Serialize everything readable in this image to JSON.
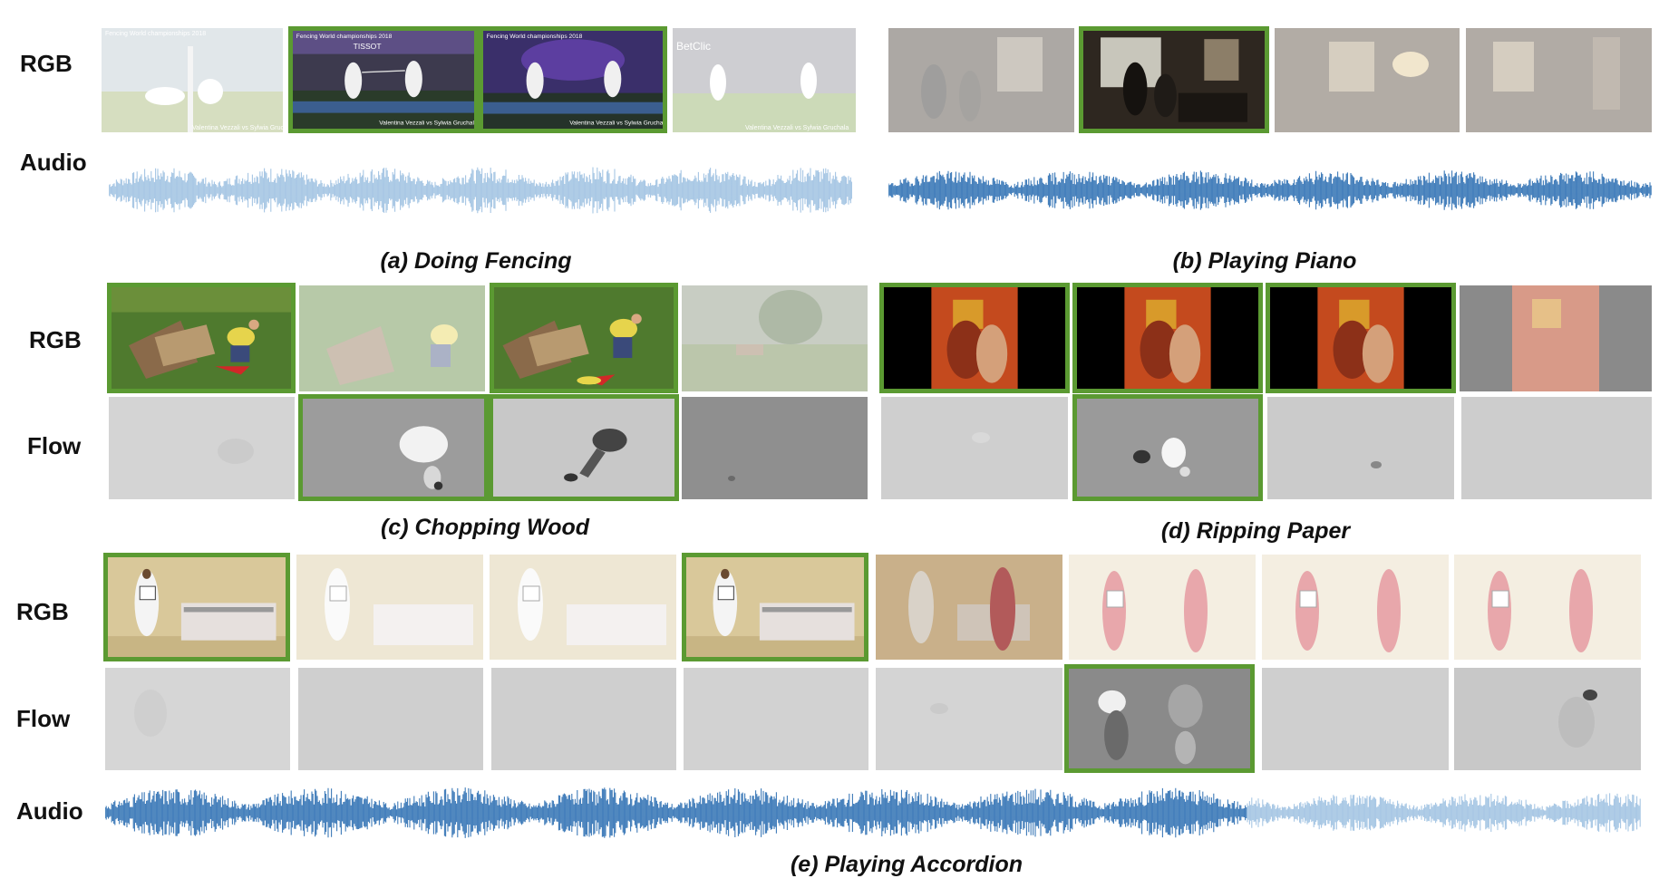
{
  "labels": {
    "rgb": "RGB",
    "audio": "Audio",
    "flow": "Flow"
  },
  "captions": {
    "a": "(a) Doing Fencing",
    "b": "(b) Playing Piano",
    "c": "(c) Chopping Wood",
    "d": "(d) Ripping Paper",
    "e": "(e) Playing Accordion"
  },
  "fencing_overlay": {
    "header": "Fencing World championships 2018",
    "footer": "Valentina Vezzali vs Sylwia Gruchala",
    "brand_1": "TISSOT",
    "brand_2": "BetClic"
  },
  "colors": {
    "selection_border": "#5b9a32",
    "audio_dark": "#3d7ab8",
    "audio_light": "#a6c6e4"
  },
  "selection": {
    "a_rgb": [
      false,
      true,
      true,
      false
    ],
    "b_rgb": [
      false,
      true,
      false,
      false
    ],
    "c_rgb": [
      true,
      false,
      true,
      false
    ],
    "c_flow": [
      false,
      true,
      true,
      false
    ],
    "d_rgb": [
      true,
      true,
      true,
      false
    ],
    "d_flow": [
      false,
      true,
      false,
      false
    ],
    "e_rgb": [
      true,
      false,
      false,
      true,
      false,
      false,
      false,
      false
    ],
    "e_flow": [
      false,
      false,
      false,
      false,
      false,
      true,
      false,
      false
    ]
  }
}
